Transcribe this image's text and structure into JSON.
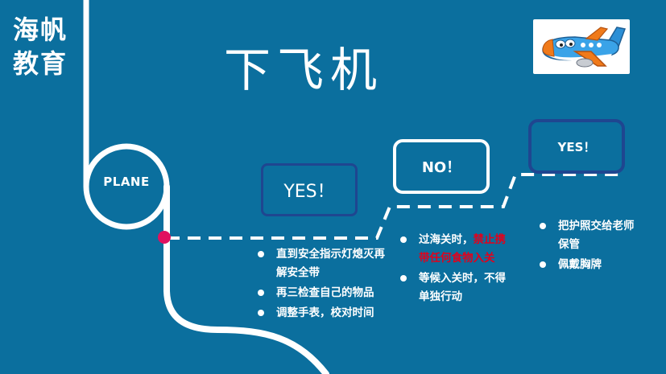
{
  "brand": {
    "line1": "海帆",
    "line2": "教育"
  },
  "title": "下飞机",
  "circle_label": "PLANE",
  "steps": [
    {
      "tag": "YES！",
      "items": [
        "直到安全指示灯熄灭再解安全带",
        "再三检查自己的物品",
        "调整手表，校对时间"
      ]
    },
    {
      "tag": "NO！",
      "item1_prefix": "过海关时，",
      "item1_warning": "禁止携带任何食物入关",
      "item2": "等候入关时，不得单独行动"
    },
    {
      "tag": "YES！",
      "items": [
        "把护照交给老师保管",
        "佩戴胸牌"
      ]
    }
  ],
  "colors": {
    "background": "#0b6f9e",
    "line": "#ffffff",
    "dot": "#e0115f",
    "box_border_dark": "#1f4690",
    "warning": "#e3001b"
  },
  "icons": [
    "airplane-cartoon-icon"
  ]
}
